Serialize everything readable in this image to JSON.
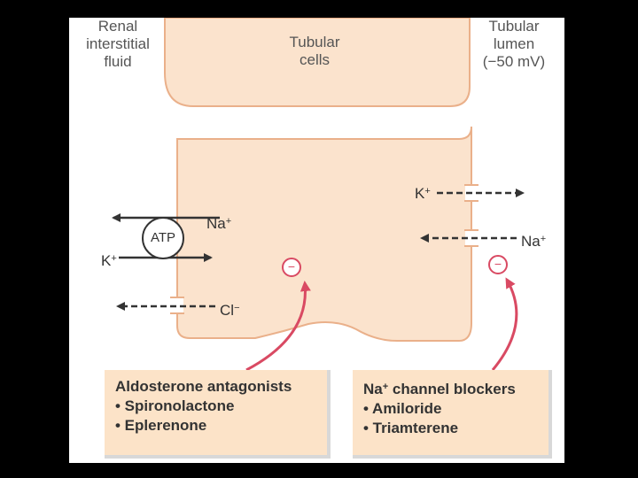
{
  "labels": {
    "interstitial": [
      "Renal",
      "interstitial",
      "fluid"
    ],
    "cells": [
      "Tubular",
      "cells"
    ],
    "lumen": [
      "Tubular",
      "lumen",
      "(−50 mV)"
    ]
  },
  "pump": {
    "label": "ATP",
    "na_base": "Na",
    "na_sup": "+",
    "k_base": "K",
    "k_sup": "+"
  },
  "chloride": {
    "base": "Cl",
    "sup": "−"
  },
  "luminal": {
    "k_base": "K",
    "k_sup": "+",
    "na_base": "Na",
    "na_sup": "+"
  },
  "inhibit_symbol": "−",
  "boxes": {
    "aldosterone": {
      "title": "Aldosterone antagonists",
      "items": [
        "• Spironolactone",
        "• Eplerenone"
      ]
    },
    "na_blockers": {
      "title_base": "Na",
      "title_sup": "+",
      "title_rest": " channel blockers",
      "items": [
        "• Amiloride",
        "• Triamterene"
      ]
    }
  },
  "colors": {
    "cell_fill": "#fbe3cd",
    "cell_stroke": "#eab08a",
    "box_fill": "#fce3c8",
    "inhibit": "#d94a63",
    "arrow": "#333333"
  }
}
